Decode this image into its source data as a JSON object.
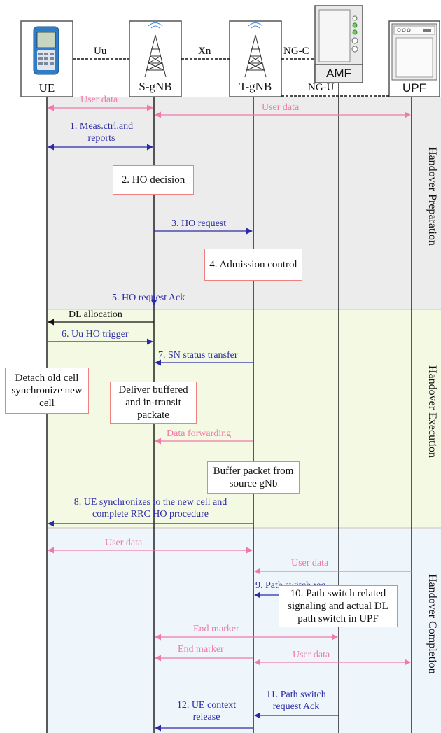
{
  "nodes": {
    "ue": "UE",
    "sgnb": "S-gNB",
    "tgnb": "T-gNB",
    "amf": "AMF",
    "upf": "UPF"
  },
  "interfaces": {
    "uu": "Uu",
    "xn": "Xn",
    "ngc": "NG-C",
    "ngu": "NG-U"
  },
  "phases": {
    "preparation": "Handover Preparation",
    "execution": "Handover Execution",
    "completion": "Handover Completion"
  },
  "boxes": {
    "ho_decision": "2. HO decision",
    "admission_control": "4. Admission control",
    "detach": "Detach old cell synchronize new cell",
    "deliver_buffered": "Deliver buffered and in-transit packate",
    "buffer_packet": "Buffer packet from source gNb",
    "path_switch_signaling": "10. Path switch related signaling and actual DL path switch in UPF"
  },
  "messages": {
    "user_data_1": "User data",
    "user_data_2": "User data",
    "meas_ctrl": "1. Meas.ctrl.and reports",
    "ho_request": "3. HO request",
    "ho_request_ack": "5. HO request Ack",
    "dl_allocation": "DL allocation",
    "uu_ho_trigger": "6. Uu HO trigger",
    "sn_status": "7. SN status transfer",
    "data_forwarding": "Data forwarding",
    "ue_sync": "8. UE synchronizes to the new cell and complete RRC HO procedure",
    "user_data_3": "User data",
    "user_data_4": "User data",
    "path_switch_req": "9. Path switch req",
    "end_marker_1": "End  marker",
    "end_marker_2": "End marker",
    "user_data_5": "User data",
    "path_switch_ack": "11. Path switch request Ack",
    "ue_context_release": "12. UE context release"
  },
  "colors": {
    "blue": "#2b2ba6",
    "pink": "#f07aa8",
    "box_border": "#f08080",
    "prep_bg": "#ececec",
    "exec_bg": "#f4f9e4",
    "comp_bg": "#eef6fc"
  }
}
